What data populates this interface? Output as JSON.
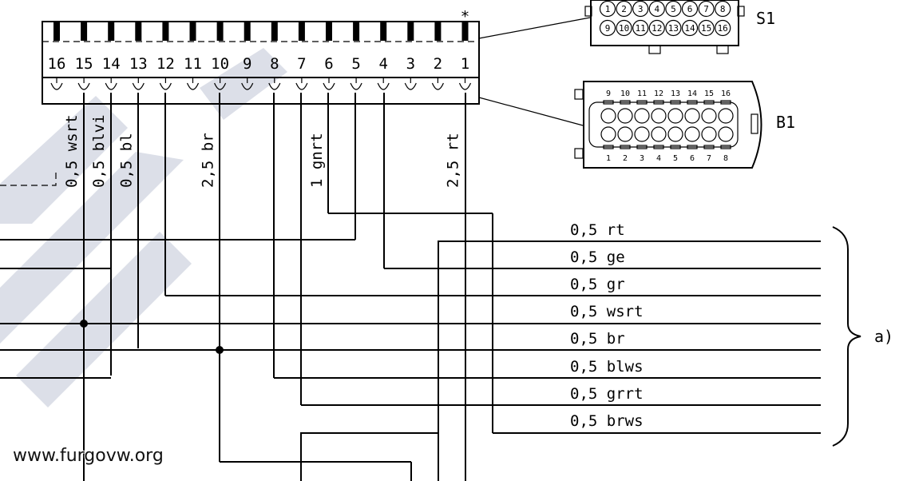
{
  "connector_pins": [
    "16",
    "15",
    "14",
    "13",
    "12",
    "11",
    "10",
    "9",
    "8",
    "7",
    "6",
    "5",
    "4",
    "3",
    "2",
    "1"
  ],
  "vertical_wire_labels": [
    {
      "pin": "15",
      "text": "0,5 wsrt"
    },
    {
      "pin": "14",
      "text": "0,5 blvi"
    },
    {
      "pin": "13",
      "text": "0,5 bl"
    },
    {
      "pin": "10",
      "text": "2,5 br"
    },
    {
      "pin": "6",
      "text": "1 gnrt"
    },
    {
      "pin": "1",
      "text": "2,5 rt"
    }
  ],
  "horizontal_wire_labels": [
    "0,5 rt",
    "0,5 ge",
    "0,5 gr",
    "0,5 wsrt",
    "0,5 br",
    "0,5 blws",
    "0,5 grrt",
    "0,5 brws"
  ],
  "bracket_label": "a)",
  "plug_s1": {
    "label": "S1",
    "top_row": [
      "1",
      "2",
      "3",
      "4",
      "5",
      "6",
      "7",
      "8"
    ],
    "bottom_row": [
      "9",
      "10",
      "11",
      "12",
      "13",
      "14",
      "15",
      "16"
    ]
  },
  "socket_b1": {
    "label": "B1",
    "top_numbers": [
      "9",
      "10",
      "11",
      "12",
      "13",
      "14",
      "15",
      "16"
    ],
    "bottom_numbers": [
      "1",
      "2",
      "3",
      "4",
      "5",
      "6",
      "7",
      "8"
    ]
  },
  "watermark": "www.furgovw.org",
  "colors": {
    "line": "#000000",
    "watermark_shape": "#dcdfe8",
    "background": "#ffffff"
  }
}
